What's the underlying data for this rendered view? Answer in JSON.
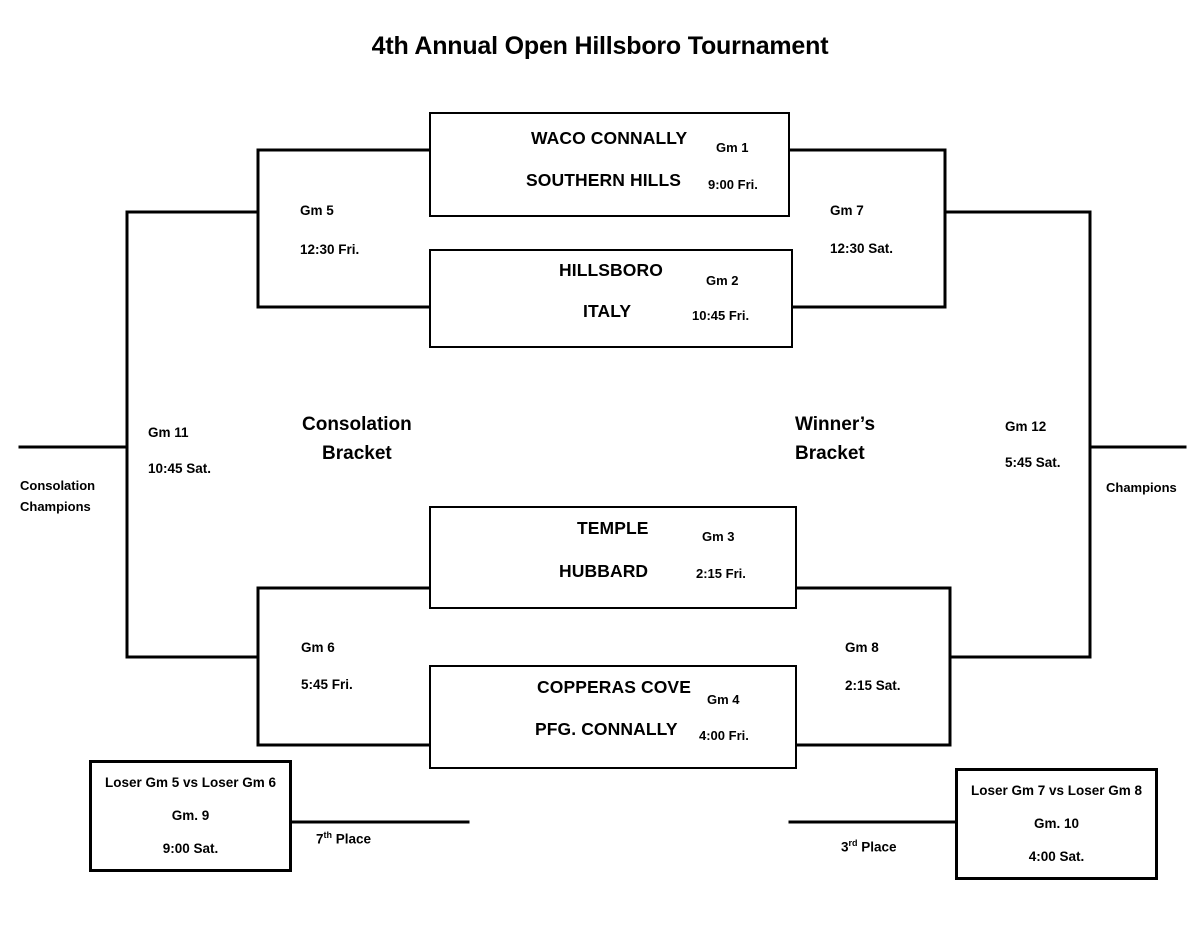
{
  "title": "4th Annual Open Hillsboro Tournament",
  "brackets": {
    "consolation_label_line1": "Consolation",
    "consolation_label_line2": "Bracket",
    "winners_label_line1": "Winner’s",
    "winners_label_line2": "Bracket"
  },
  "edges": {
    "consolation_champions_line1": "Consolation",
    "consolation_champions_line2": "Champions",
    "champions": "Champions"
  },
  "games": [
    {
      "id": "gm1",
      "team_top": "WACO CONNALLY",
      "team_bottom": "SOUTHERN HILLS",
      "game": "Gm 1",
      "time": "9:00 Fri."
    },
    {
      "id": "gm2",
      "team_top": "HILLSBORO",
      "team_bottom": "ITALY",
      "game": "Gm 2",
      "time": "10:45 Fri."
    },
    {
      "id": "gm3",
      "team_top": "TEMPLE",
      "team_bottom": "HUBBARD",
      "game": "Gm 3",
      "time": "2:15 Fri."
    },
    {
      "id": "gm4",
      "team_top": "COPPERAS COVE",
      "team_bottom": "PFG. CONNALLY",
      "game": "Gm 4",
      "time": "4:00 Fri."
    }
  ],
  "connectors": [
    {
      "id": "gm5",
      "game": "Gm 5",
      "time": "12:30  Fri."
    },
    {
      "id": "gm6",
      "game": "Gm 6",
      "time": "5:45 Fri."
    },
    {
      "id": "gm7",
      "game": "Gm 7",
      "time": "12:30 Sat."
    },
    {
      "id": "gm8",
      "game": "Gm 8",
      "time": "2:15 Sat."
    },
    {
      "id": "gm11",
      "game": "Gm 11",
      "time": "10:45 Sat."
    },
    {
      "id": "gm12",
      "game": "Gm 12",
      "time": "5:45 Sat."
    }
  ],
  "placement_games": {
    "seventh": {
      "matchup": "Loser Gm 5 vs Loser Gm 6",
      "game": "Gm. 9",
      "time": "9:00 Sat.",
      "place_number": "7",
      "place_suffix": "th",
      "place_word": "Place"
    },
    "third": {
      "matchup": "Loser Gm 7 vs Loser Gm 8",
      "game": "Gm. 10",
      "time": "4:00 Sat.",
      "place_number": "3",
      "place_suffix": "rd",
      "place_word": "Place"
    }
  },
  "style": {
    "line_color": "#000000",
    "background": "#ffffff"
  }
}
